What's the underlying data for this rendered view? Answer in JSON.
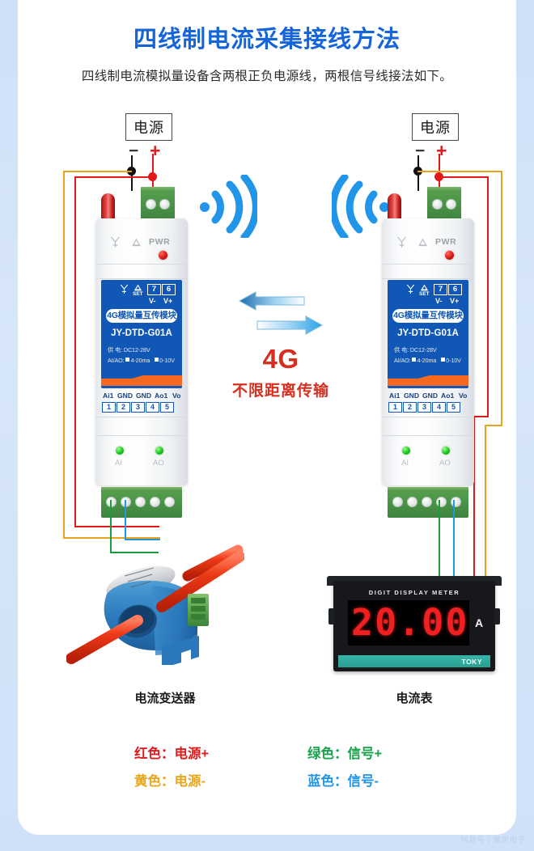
{
  "header": {
    "title": "四线制电流采集接线方法",
    "subtitle": "四线制电流模拟量设备含两根正负电源线，两根信号线接法如下。",
    "title_color": "#1565d8"
  },
  "power_supply": {
    "label": "电源",
    "minus_sign": "−",
    "plus_sign": "+"
  },
  "device": {
    "pwr_label": "PWR",
    "set_label": "SET",
    "top_pins": [
      {
        "num": "7",
        "name": "V-"
      },
      {
        "num": "6",
        "name": "V+"
      }
    ],
    "module_name": "4G模拟量互传模块",
    "part_number": "JY-DTD-G01A",
    "spec_power": "供  电: DC12-28V",
    "spec_aio_label": "AI/AO:",
    "spec_aio_opt1": "4-20ma",
    "spec_aio_opt2": "0-10V",
    "terminals": [
      {
        "num": "1",
        "name": "Ai1"
      },
      {
        "num": "2",
        "name": "GND"
      },
      {
        "num": "3",
        "name": "GND"
      },
      {
        "num": "4",
        "name": "Ao1"
      },
      {
        "num": "5",
        "name": "Vo"
      }
    ],
    "led_ai": "AI",
    "led_ao": "AO"
  },
  "center": {
    "tech": "4G",
    "tagline": "不限距离传输"
  },
  "left_device_caption": "电流变送器",
  "right_device_caption": "电流表",
  "meter": {
    "top_text": "DIGIT DISPLAY METER",
    "reading": "20.00",
    "unit": "A",
    "brand": "TOKY"
  },
  "legend": [
    {
      "text": "红色：电源+",
      "color": "#e01c1c"
    },
    {
      "text": "黄色：电源-",
      "color": "#e9a61b"
    },
    {
      "text": "绿色：信号+",
      "color": "#16a34a"
    },
    {
      "text": "蓝色：信号-",
      "color": "#2196e8"
    }
  ],
  "watermark": "网易号 | 聚英电子"
}
